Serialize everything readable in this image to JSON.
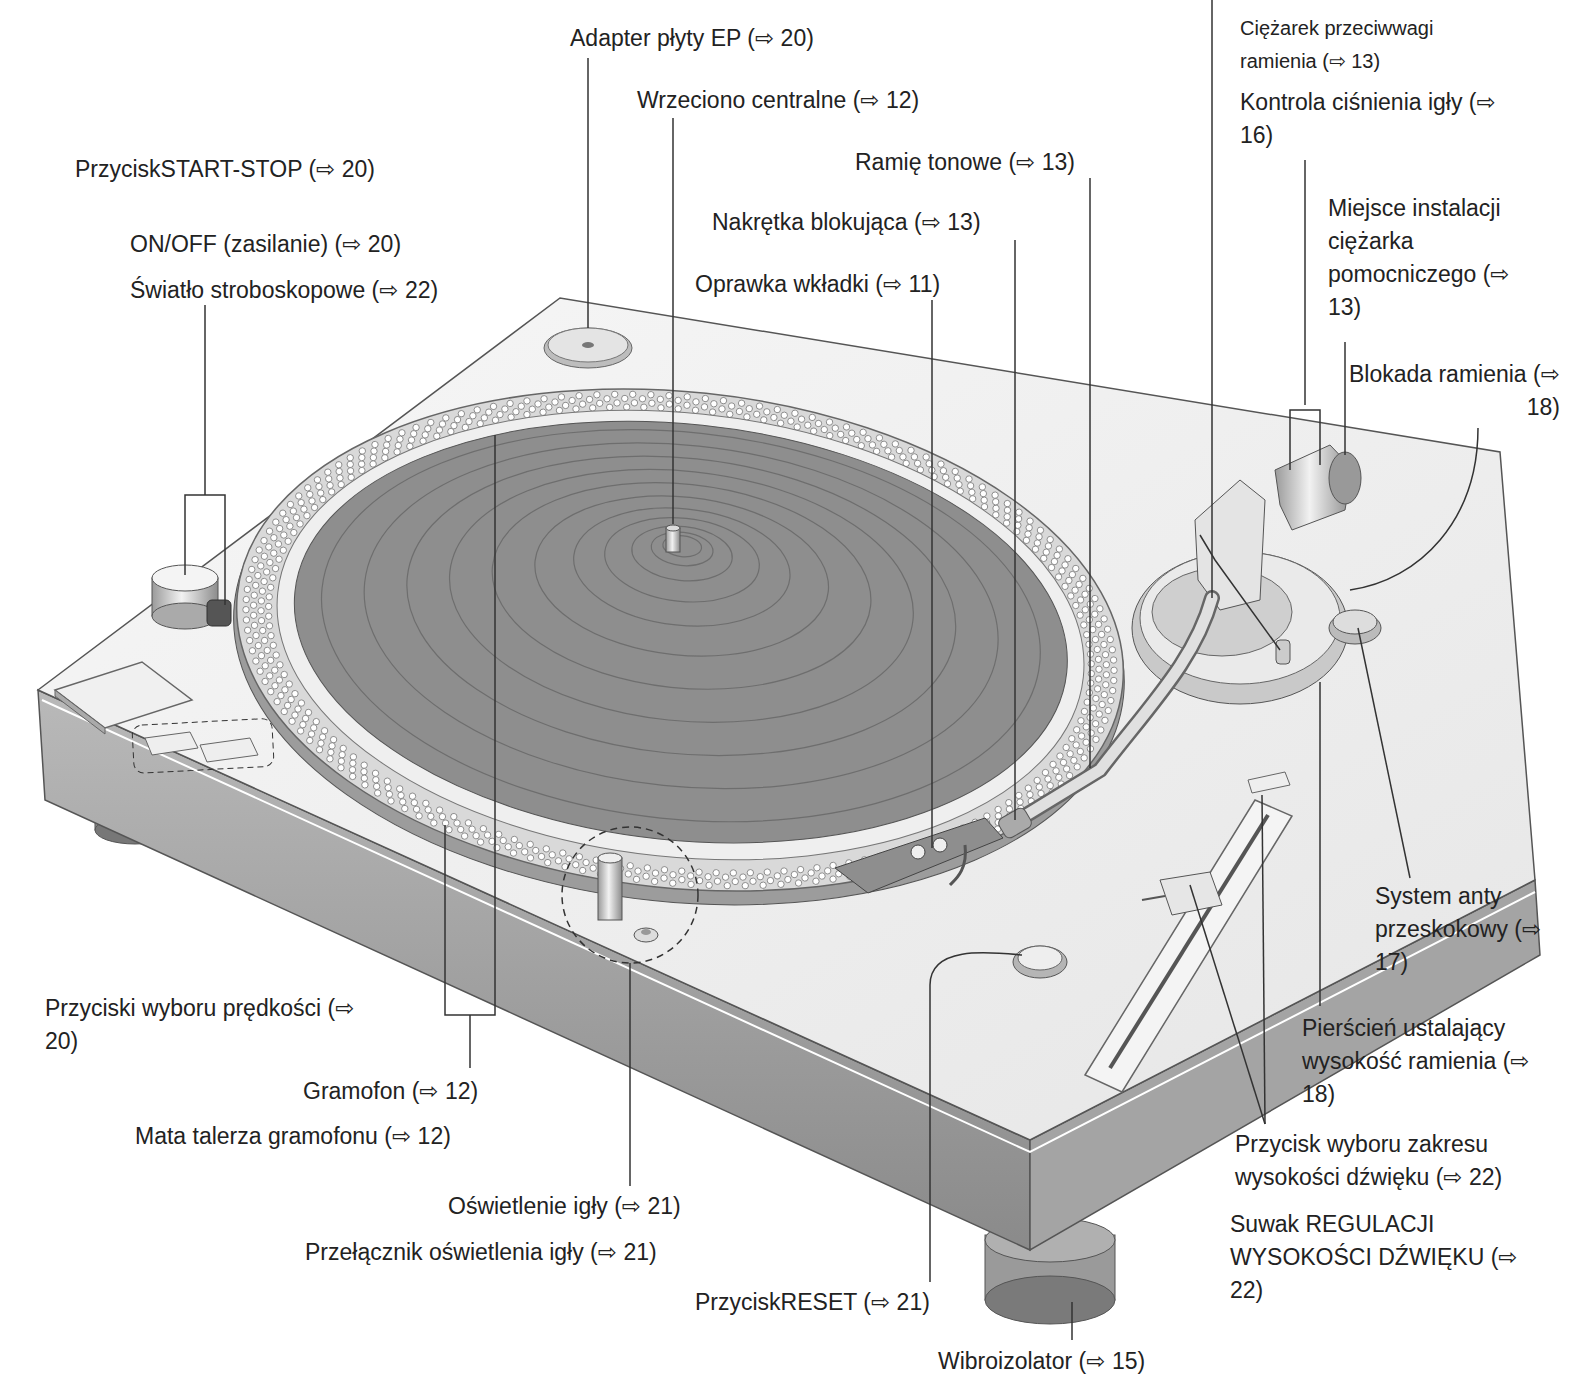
{
  "diagram": {
    "labels": [
      "Ciężarek przeciwwagi ramienia (⇨ 13)",
      "Adapter płyty EP (⇨ 20)",
      "Kontrola ciśnienia igły (⇨ 16)",
      "Wrzeciono centralne (⇨ 12)",
      "Ramię tonowe (⇨ 13)",
      "PrzyciskSTART-STOP (⇨ 20)",
      "Miejsce instalacji ciężarka pomocniczego (⇨ 13)",
      "Nakrętka blokująca (⇨ 13)",
      "ON/OFF (zasilanie) (⇨ 20)",
      "Oprawka wkładki (⇨ 11)",
      "Światło stroboskopowe (⇨ 22)",
      "Blokada ramienia (⇨ 18)",
      "System anty przeskokowy (⇨ 17)",
      "Przyciski wyboru prędkości (⇨ 20)",
      "Pierścień ustalający wysokość ramienia (⇨ 18)",
      "Gramofon (⇨ 12)",
      "Mata talerza gramofonu (⇨ 12)",
      "Przycisk wyboru zakresu wysokości dźwięku (⇨ 22)",
      "Oświetlenie igły (⇨ 21)",
      "Suwak REGULACJI WYSOKOŚCI DŹWIĘKU (⇨ 22)",
      "Przełącznik oświetlenia igły (⇨ 21)",
      "PrzyciskRESET (⇨ 21)",
      "Wibroizolator (⇨ 15)"
    ]
  }
}
